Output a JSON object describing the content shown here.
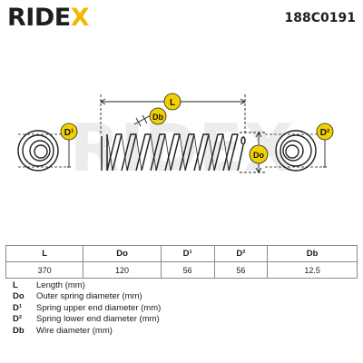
{
  "header": {
    "brand_main": "RIDE",
    "brand_accent": "X",
    "part_number": "188C0191"
  },
  "diagram": {
    "labels": {
      "L": "L",
      "Db": "Db",
      "Do": "Do",
      "D1": "D¹",
      "D2": "D²"
    },
    "watermark": "RIDEX",
    "colors": {
      "label_fill": "#f2d000",
      "accent": "#f2b700",
      "line": "#222222"
    }
  },
  "specs": {
    "headers": [
      "L",
      "Do",
      "D¹",
      "D²",
      "Db"
    ],
    "values": [
      "370",
      "120",
      "56",
      "56",
      "12.5"
    ]
  },
  "legend": [
    {
      "key": "L",
      "text": "Length (mm)"
    },
    {
      "key": "Do",
      "text": "Outer spring diameter (mm)"
    },
    {
      "key": "D¹",
      "text": "Spring upper end diameter (mm)"
    },
    {
      "key": "D²",
      "text": "Spring lower end diameter (mm)"
    },
    {
      "key": "Db",
      "text": "Wire diameter (mm)"
    }
  ]
}
